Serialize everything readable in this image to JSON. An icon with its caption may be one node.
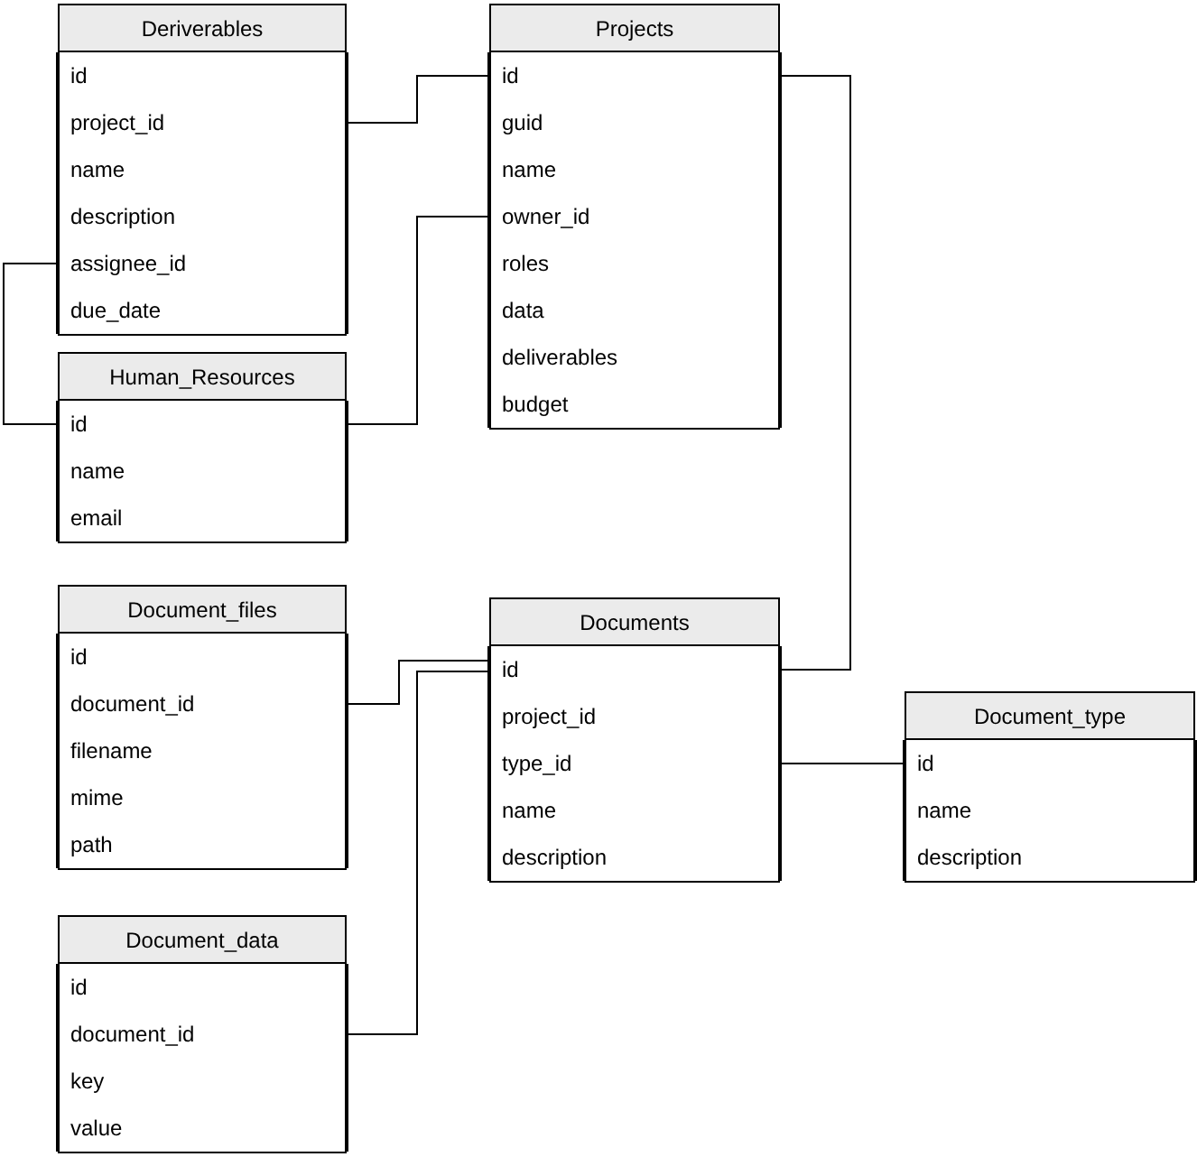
{
  "diagram": {
    "nodes": [
      {
        "text": [
          "Deriverables"
        ]
      },
      {
        "text": [
          "id"
        ],
        "in": 0
      },
      {
        "text": [
          "project_id"
        ],
        "in": 0
      },
      {
        "text": [
          "name"
        ],
        "in": 0
      },
      {
        "text": [
          "description"
        ],
        "in": 0
      },
      {
        "text": [
          "assignee_id"
        ],
        "in": 0
      },
      {
        "text": [
          "due_date"
        ],
        "in": 0
      },
      {
        "text": [
          "Projects"
        ]
      },
      {
        "text": [
          "id"
        ],
        "in": 7
      },
      {
        "text": [
          "guid"
        ],
        "in": 7
      },
      {
        "text": [
          "name"
        ],
        "in": 7
      },
      {
        "text": [
          "owner_id"
        ],
        "in": 7
      },
      {
        "text": [
          "roles"
        ],
        "in": 7
      },
      {
        "text": [
          "data"
        ],
        "in": 7
      },
      {
        "text": [
          "deliverables"
        ],
        "in": 7
      },
      {
        "text": [
          "budget"
        ],
        "in": 7
      },
      {
        "text": [
          "Human_Resources"
        ]
      },
      {
        "text": [
          "id"
        ],
        "in": 16
      },
      {
        "text": [
          "name"
        ],
        "in": 16
      },
      {
        "text": [
          "email"
        ],
        "in": 16
      },
      {
        "text": [
          "Document_files"
        ]
      },
      {
        "text": [
          "id"
        ],
        "in": 20
      },
      {
        "text": [
          "document_id"
        ],
        "in": 20
      },
      {
        "text": [
          "filename"
        ],
        "in": 20
      },
      {
        "text": [
          "mime"
        ],
        "in": 20
      },
      {
        "text": [
          "path"
        ],
        "in": 20
      },
      {
        "text": [
          "Documents"
        ]
      },
      {
        "text": [
          "id"
        ],
        "in": 26
      },
      {
        "text": [
          "project_id"
        ],
        "in": 26
      },
      {
        "text": [
          "type_id"
        ],
        "in": 26
      },
      {
        "text": [
          "name"
        ],
        "in": 26
      },
      {
        "text": [
          "description"
        ],
        "in": 26
      },
      {
        "text": [
          "Document_type"
        ]
      },
      {
        "text": [
          "id"
        ],
        "in": 32
      },
      {
        "text": [
          "name"
        ],
        "in": 32
      },
      {
        "text": [
          "description"
        ],
        "in": 32
      },
      {
        "text": [
          "Document_data"
        ]
      },
      {
        "text": [
          "id"
        ],
        "in": 36
      },
      {
        "text": [
          "document_id"
        ],
        "in": 36
      },
      {
        "text": [
          "key"
        ],
        "in": 36
      },
      {
        "text": [
          "value"
        ],
        "in": 36
      }
    ],
    "edges": [
      {
        "from": 2,
        "to": 8,
        "arrow": "none"
      },
      {
        "from": 17,
        "to": 11,
        "arrow": "none"
      },
      {
        "from": 5,
        "to": 17,
        "arrow": "none"
      },
      {
        "from": 8,
        "to": 27,
        "arrow": "none"
      },
      {
        "from": 22,
        "to": 27,
        "arrow": "none"
      },
      {
        "from": 38,
        "to": 27,
        "arrow": "none"
      },
      {
        "from": 29,
        "to": 33,
        "arrow": "none"
      }
    ]
  }
}
